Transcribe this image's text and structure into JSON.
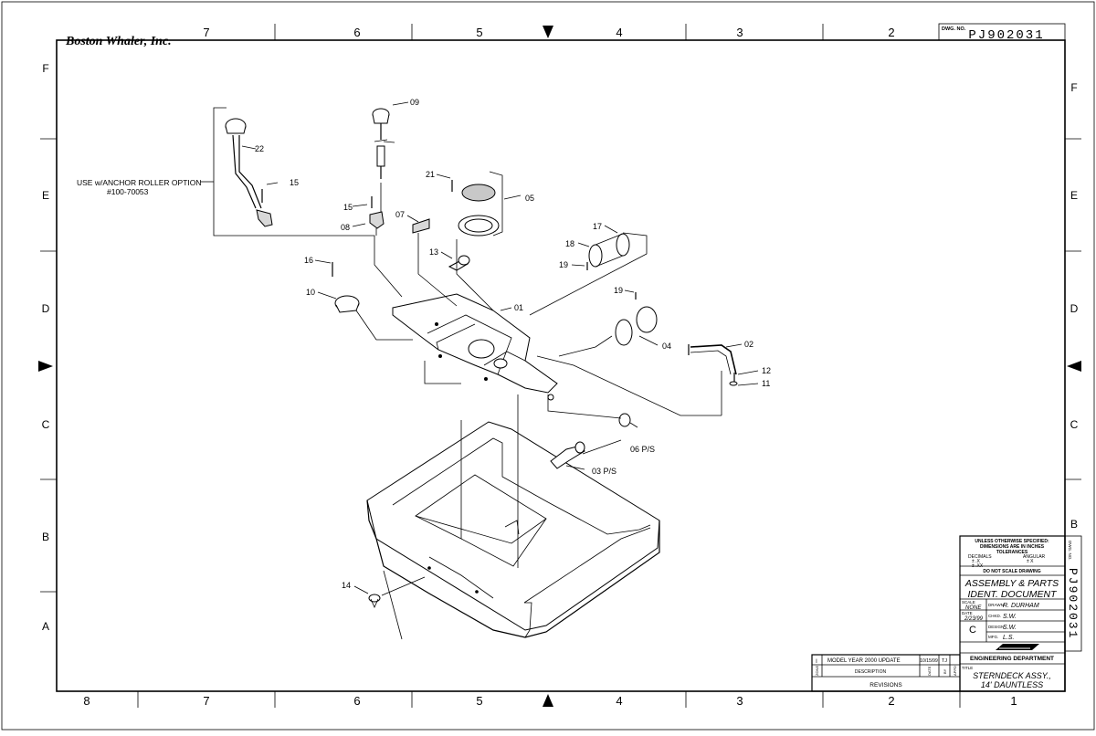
{
  "sheet": {
    "company": "Boston Whaler, Inc.",
    "dwg_no_label": "DWG. NO.",
    "dwg_no": "PJ902031",
    "top_zones": [
      "7",
      "6",
      "5",
      "4",
      "3",
      "2"
    ],
    "bottom_zones": [
      "8",
      "7",
      "6",
      "5",
      "4",
      "3",
      "2",
      "1"
    ],
    "left_rows": [
      "F",
      "E",
      "D",
      "C",
      "B",
      "A"
    ],
    "right_rows": [
      "F",
      "E",
      "D",
      "C",
      "B"
    ]
  },
  "callouts": {
    "c01": "01",
    "c02": "02",
    "c03": "03 P/S",
    "c04": "04",
    "c05": "05",
    "c06": "06 P/S",
    "c07": "07",
    "c08": "08",
    "c09": "09",
    "c10": "10",
    "c11": "11",
    "c12": "12",
    "c13": "13",
    "c14": "14",
    "c15a": "15",
    "c15b": "15",
    "c16": "16",
    "c17": "17",
    "c18": "18",
    "c19a": "19",
    "c19b": "19",
    "c21": "21",
    "c22": "22"
  },
  "note": {
    "line1": "USE w/ANCHOR ROLLER OPTION",
    "line2": "#100-70053"
  },
  "title_block": {
    "spec1": "UNLESS OTHERWISE SPECIFIED:",
    "spec2": "DIMENSIONS ARE IN INCHES",
    "spec3": "TOLERANCES",
    "decimals": "DECIMALS",
    "angular": "ANGULAR",
    "dec1": "± .X",
    "dec2": "± .XX",
    "ang1": "± X",
    "noscale": "DO NOT SCALE DRAWING",
    "doc1": "ASSEMBLY & PARTS",
    "doc2": "IDENT. DOCUMENT",
    "scale_label": "SCALE",
    "scale_value": "NONE",
    "date_label": "DATE",
    "date_value": "2/23/99",
    "rev_letter": "C",
    "drawn_label": "DRAWN",
    "drawn_value": "R. DURHAM",
    "chkd_label": "CHKD.",
    "chkd_value": "S.W.",
    "design_label": "DESIGN",
    "design_value": "S.W.",
    "mfg_label": "MFG.",
    "mfg_value": "L.S.",
    "dept": "ENGINEERING DEPARTMENT",
    "title_label": "TITLE",
    "title1": "STERNDECK ASSY.,",
    "title2": "14' DAUNTLESS",
    "side_dwg_label": "DWG. NO.",
    "side_dwg_no": "PJ902031"
  },
  "revisions": {
    "row_letter": "I",
    "row_desc": "MODEL YEAR 2000 UPDATE",
    "row_date": "10/15/99",
    "row_by": "TJ",
    "zone_label": "ZONE",
    "desc_label": "DESCRIPTION",
    "date_label": "DATE",
    "by_label": "BY",
    "appd_label": "APPD",
    "heading": "REVISIONS"
  }
}
